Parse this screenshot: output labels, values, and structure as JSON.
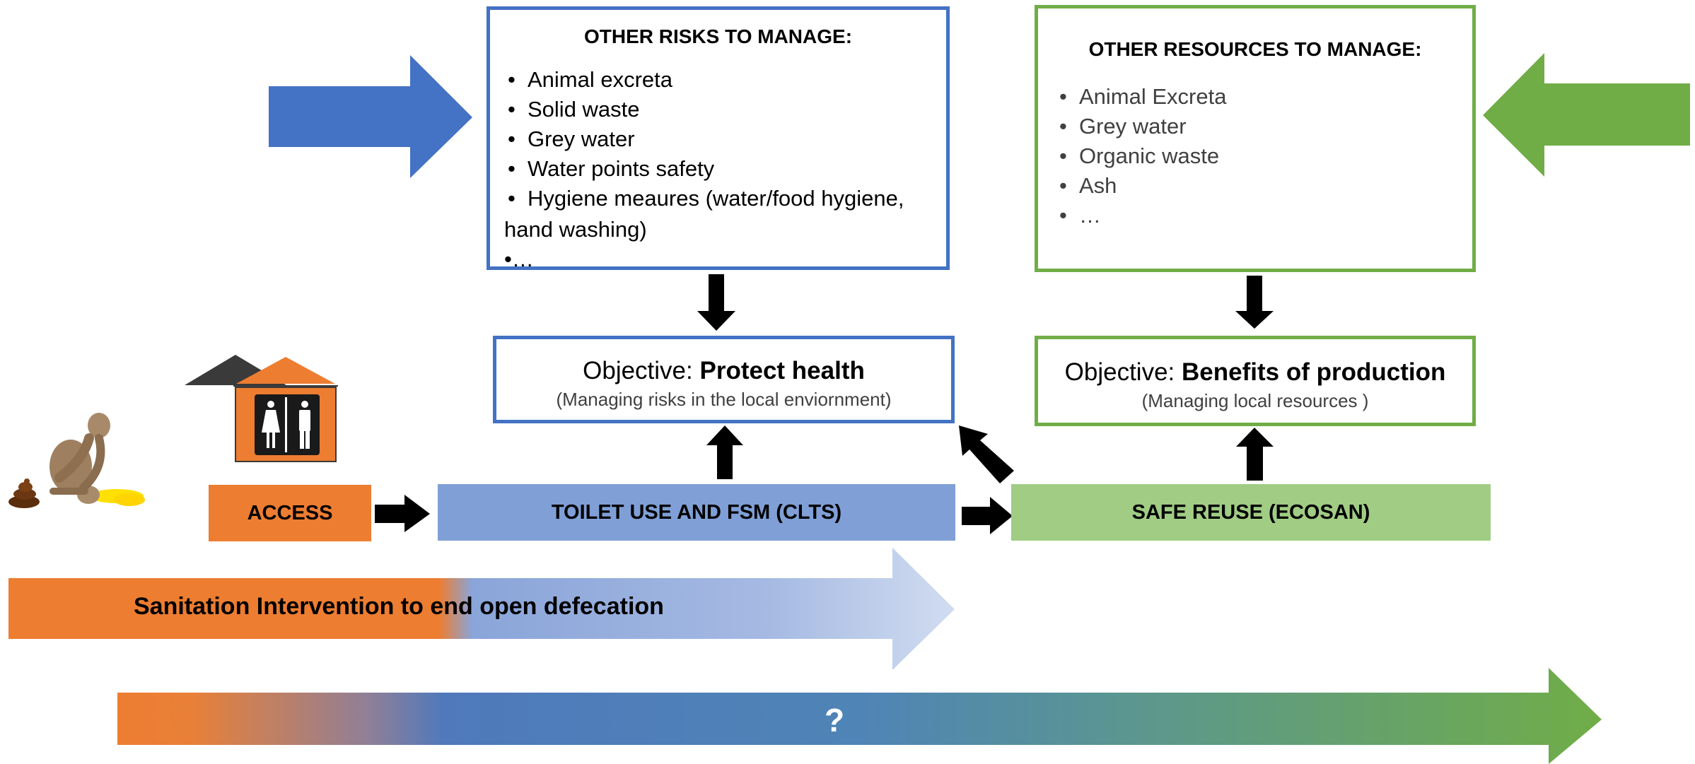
{
  "risks": {
    "title": "OTHER RISKS TO MANAGE:",
    "items": [
      "Animal excreta",
      "Solid waste",
      "Grey water",
      "Water points safety",
      "Hygiene meaures (water/food hygiene,"
    ],
    "item_continuation": "hand washing)",
    "ellipsis": "•…"
  },
  "resources": {
    "title": "OTHER RESOURCES TO MANAGE:",
    "items": [
      "Animal Excreta",
      "Grey water",
      "Organic waste",
      "Ash",
      "…"
    ]
  },
  "objective_health": {
    "prefix": "Objective: ",
    "emphasis": "Protect health",
    "sub": "(Managing risks in the local enviornment)"
  },
  "objective_production": {
    "prefix": "Objective: ",
    "emphasis": "Benefits of production",
    "sub": "(Managing local resources )"
  },
  "stages": {
    "access": "ACCESS",
    "toilet": "TOILET USE AND FSM (CLTS)",
    "reuse": "SAFE REUSE (ECOSAN)"
  },
  "intervention_label": "Sanitation Intervention to end open defecation",
  "future_label": "?",
  "colors": {
    "blue": "#4472c4",
    "green": "#70ad47",
    "orange": "#ed7d31",
    "light_blue": "#7f9fd6",
    "light_green": "#a0cc84"
  }
}
